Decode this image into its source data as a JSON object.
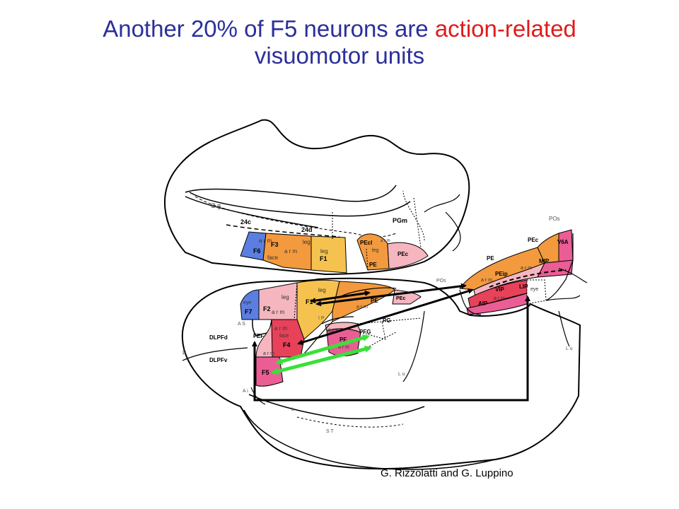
{
  "title": {
    "part1": "Another 20% of F5 neurons are",
    "highlight": "action-related",
    "line2": "visuomotor units"
  },
  "colors": {
    "title": "#2b2f9a",
    "highlight": "#e01b1b",
    "blue_area": "#5b7fe0",
    "orange_area": "#f39a3e",
    "light_orange_area": "#f6c24f",
    "pink_area": "#f5b6c0",
    "red_area": "#e8415a",
    "magenta_area": "#ea5d95",
    "black_arrow": "#000000",
    "green_arrow": "#39e03a"
  },
  "labels": {
    "cg": "C g",
    "a24c": "24c",
    "a24d": "24d",
    "pgm": "PGm",
    "pos_top": "POs",
    "pecl": "PEcl",
    "pec_medial": "PEc",
    "pe_medial": "PE",
    "f6": "F6",
    "f3": "F3",
    "f1_medial": "F1",
    "arm1": "a r m",
    "arm2": "a r m",
    "leg1": "leg",
    "leg2": "leg",
    "face1": "face",
    "leg_pecl": "leg",
    "arm_pecl": "a r m",
    "pec_right": "PEc",
    "v6a": "V6A",
    "pe_right": "PE",
    "mip": "MIP",
    "peip": "PEip",
    "arm_r1": "a r m",
    "arm_r2": "a r m",
    "arm_r3": "a r m",
    "vip": "VIP",
    "lip": "LIP",
    "eye_r": "eye",
    "aip": "AIP",
    "pos_lat": "POs",
    "lu_right": "L u",
    "leg_lat": "leg",
    "leg_lat2": "leg",
    "f1_lat": "F1",
    "pe_lat": "PE",
    "pec_lat": "PEc",
    "arm_lat1": "a r m",
    "arm_lat2": "a r m",
    "eye_f7": "eye",
    "f7": "F7",
    "f2": "F2",
    "as_lbl": "A S",
    "ip_lbl": "I P",
    "c_lbl": "C",
    "face_pf": "face",
    "pfg": "PFG",
    "pg": "PG",
    "pf": "PF",
    "arm_pf": "a r m",
    "dlpfd": "DLPFd",
    "fef": "FEF",
    "arm_f4": "a r m",
    "face_f4": "face",
    "f4": "F4",
    "arm_f5": "a r m",
    "f5": "F5",
    "p_lbl": "P",
    "dlpfv": "DLPFv",
    "ai_lbl": "A i",
    "lu_lat": "L u",
    "l_lbl": "L",
    "st_lbl": "S T"
  },
  "credit": "G. Rizzolatti and G. Luppino"
}
